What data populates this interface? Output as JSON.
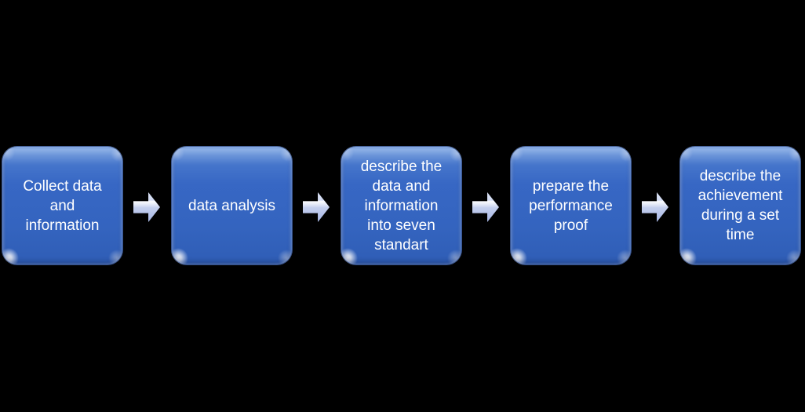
{
  "diagram": {
    "type": "process-flow",
    "background_color": "#000000",
    "step_fill_color": "#3566c1",
    "step_bevel_light_color": "#8db0e6",
    "step_text_color": "#ffffff",
    "arrow_fill_color": "#c6cfec",
    "arrow_highlight_color": "#eef1fa",
    "steps": [
      {
        "label": "Collect data\nand\ninformation"
      },
      {
        "label": "data analysis"
      },
      {
        "label": "describe the\ndata and\ninformation\ninto seven\nstandart"
      },
      {
        "label": "prepare the\nperformance\nproof"
      },
      {
        "label": "describe the\nachievement\nduring a set\ntime"
      }
    ],
    "arrow_icon": "right-block-arrow"
  }
}
